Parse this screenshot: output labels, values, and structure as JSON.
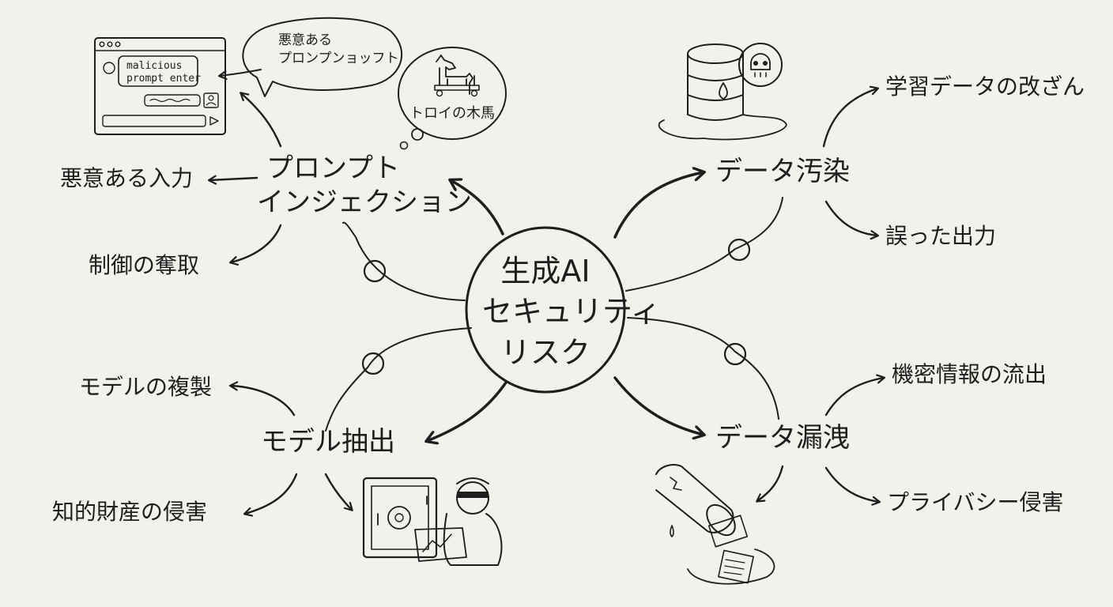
{
  "center_topic": {
    "line1": "生成AI",
    "line2": "セキュリティ",
    "line3": "リスク"
  },
  "branches": {
    "prompt_injection": {
      "label_line1": "プロンプト",
      "label_line2": "インジェクション",
      "subs": [
        "悪意ある入力",
        "制御の奪取"
      ],
      "window_text_line1": "malicious",
      "window_text_line2": "prompt enter",
      "bubble_line1": "悪意ある",
      "bubble_line2": "プロンプンョッフト",
      "trojan_label": "トロイの木馬"
    },
    "data_poisoning": {
      "label": "データ汚染",
      "subs": [
        "学習データの改ざん",
        "誤った出力"
      ]
    },
    "model_extraction": {
      "label": "モデル抽出",
      "subs": [
        "モデルの複製",
        "知的財産の侵害"
      ]
    },
    "data_leakage": {
      "label": "データ漏洩",
      "subs": [
        "機密情報の流出",
        "プライバシー侵害"
      ]
    }
  },
  "colors": {
    "ink": "#1e1e1e",
    "paper": "#f3f1ec"
  }
}
